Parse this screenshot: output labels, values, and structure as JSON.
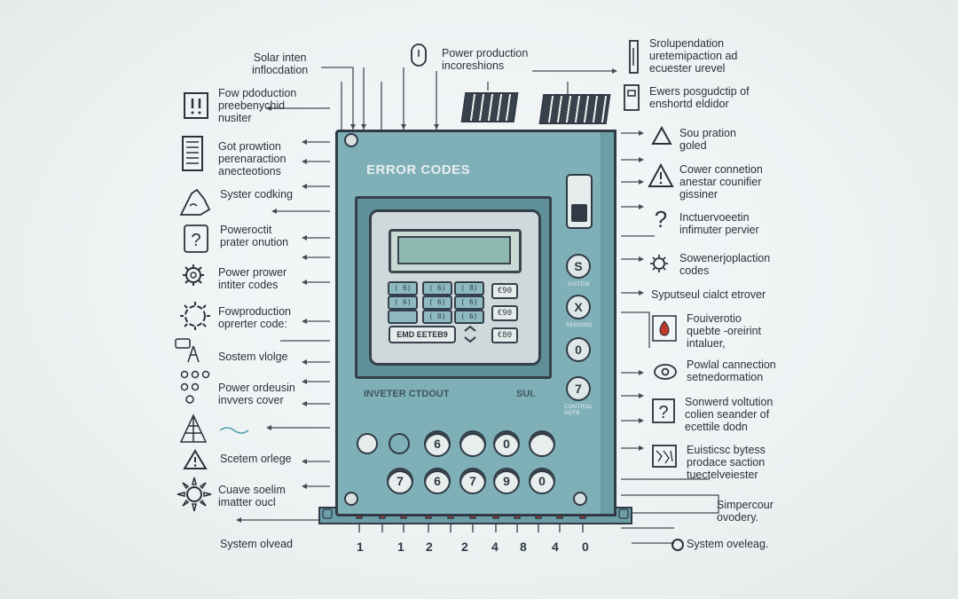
{
  "device": {
    "title": "ERROR CODES",
    "subtitle_left": "INVETER CTDOUT",
    "subtitle_right": "SUI.",
    "lcd_keys": [
      "( 6)",
      "( 6)",
      "( 8)",
      "( 6)",
      "( 6)",
      "( 6)",
      "",
      "( 0)",
      "( 6)"
    ],
    "side_keys": [
      "€90",
      "€90",
      "€80"
    ],
    "wide_key": "EMD EETEB9",
    "right_buttons": [
      {
        "label": "S",
        "caption": "SISTEM"
      },
      {
        "label": "X",
        "caption": "SENSING"
      },
      {
        "label": "0",
        "caption": ""
      },
      {
        "label": "7",
        "caption": "CONTROL DEFB"
      }
    ],
    "knobs_top": [
      "6",
      "",
      "0",
      ""
    ],
    "knobs_bottom": [
      "7",
      "6",
      "7",
      "9",
      "0"
    ],
    "bottom_numbers": [
      "1",
      "1",
      "2",
      "2",
      "4",
      "8",
      "4",
      "0"
    ]
  },
  "labels_left": [
    {
      "text": "Solar inten\ninflocdation",
      "icon": "none"
    },
    {
      "text": "Fow pdoduction\npreebenychid\nnusiter",
      "icon": "warning-box-icon"
    },
    {
      "text": "Got prowtion\nperenaraction\nanecteotions",
      "icon": "document-icon"
    },
    {
      "text": "Syster codking",
      "icon": "hand-icon"
    },
    {
      "text": "Poweroctit\nprater onution",
      "icon": "question-icon"
    },
    {
      "text": "Power prower\nintiter codes",
      "icon": "gear-icon"
    },
    {
      "text": "Fowproduction\noprerter code:",
      "icon": "sun-gear-icon"
    },
    {
      "text": "Sostem vlolge",
      "icon": "tower-icon"
    },
    {
      "text": "Power ordeusin\ninvvers cover",
      "icon": "dots-icon"
    },
    {
      "text": "",
      "icon": "pylon-icon"
    },
    {
      "text": "Scetem orlege",
      "icon": "alert-icon"
    },
    {
      "text": "Cuave soelim\nimatter oucl",
      "icon": "sun-icon"
    },
    {
      "text": "System olvead",
      "icon": "none"
    }
  ],
  "labels_top": [
    {
      "text": "Power production\nincoreshions",
      "icon": "bulb-icon"
    }
  ],
  "labels_right": [
    {
      "text": "Srolupendation\nuretemipaction ad\necuester urevel",
      "icon": "meter-icon"
    },
    {
      "text": "Ewers posgudctip of\nenshortd eldidor",
      "icon": "battery-icon"
    },
    {
      "text": "Sou pration\ngoled",
      "icon": "triangle-icon"
    },
    {
      "text": "Cower connetion\nanestar counifier\ngissiner",
      "icon": "alert-icon"
    },
    {
      "text": "Inctuervoeetin\ninfimuter pervier",
      "icon": "question-icon"
    },
    {
      "text": "Sowenerjoplaction\ncodes",
      "icon": "gear-icon"
    },
    {
      "text": "Syputseul cialct etrover",
      "icon": "none"
    },
    {
      "text": "Fouiverotio\nquebte -oreirint\nintaluer,",
      "icon": "flame-icon"
    },
    {
      "text": "Powlal cannection\nsetnedormation",
      "icon": "eye-icon"
    },
    {
      "text": "Sonwerd voltution\ncolien seander of\necettile dodn",
      "icon": "question-icon"
    },
    {
      "text": "Euisticsc bytess\nprodace saction\ntuectelveiester",
      "icon": "map-icon"
    },
    {
      "text": "Simpercour\novodery.",
      "icon": "none"
    },
    {
      "text": "System oveleag.",
      "icon": "dot-icon"
    }
  ]
}
